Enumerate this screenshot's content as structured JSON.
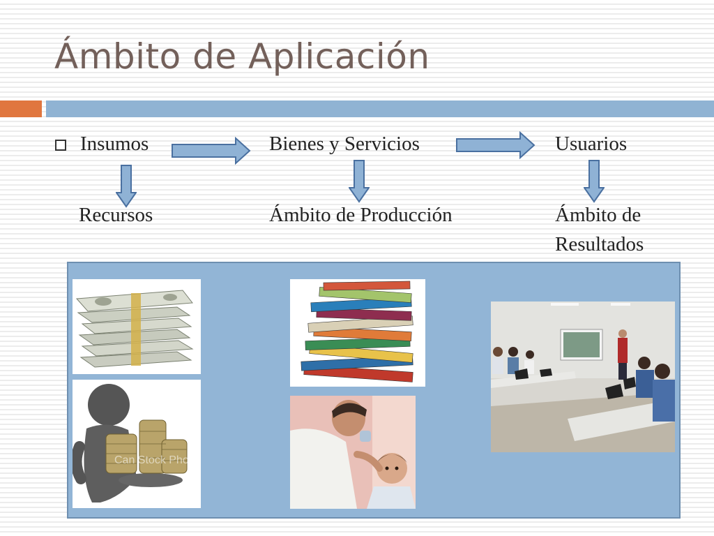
{
  "slide": {
    "title": "Ámbito de Aplicación",
    "flow": {
      "row1": [
        "Insumos",
        "Bienes y  Servicios",
        "Usuarios"
      ],
      "row2": [
        "Recursos",
        "Ámbito de Producción",
        "Ámbito de",
        "Resultados"
      ]
    },
    "images": [
      {
        "name": "money-stacks-image"
      },
      {
        "name": "coins-figure-image",
        "watermark": "Can Stock Photo"
      },
      {
        "name": "books-stack-image"
      },
      {
        "name": "doctor-child-image"
      },
      {
        "name": "classroom-image"
      }
    ],
    "colors": {
      "title": "#73605a",
      "accent_orange": "#e0763f",
      "accent_blue": "#90b3d3",
      "arrow_fill": "#8fb2d5",
      "arrow_stroke": "#4a70a0",
      "panel": "#92b5d6"
    }
  }
}
